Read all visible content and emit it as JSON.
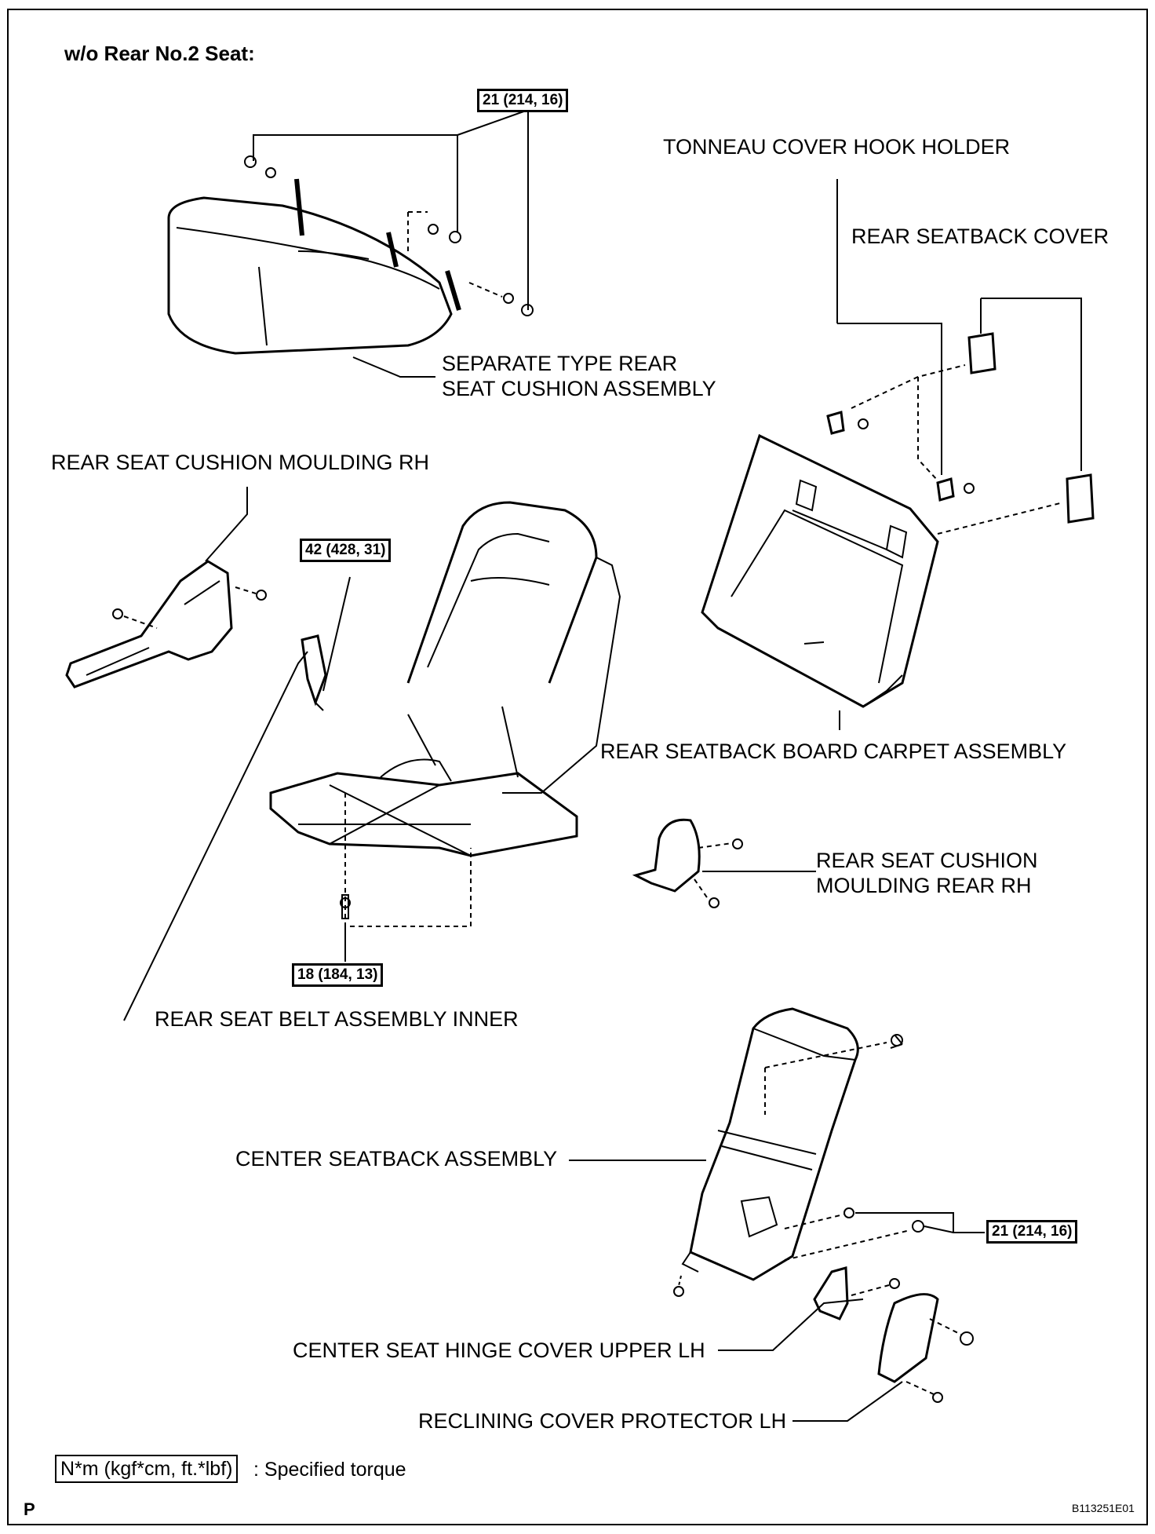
{
  "heading": "w/o Rear No.2 Seat:",
  "torques": {
    "cushion": "21 (214, 16)",
    "belt": "42 (428, 31)",
    "frame_bolt": "18 (184, 13)",
    "center_seatback": "21 (214, 16)"
  },
  "labels": {
    "tonneau_hook_holder": "TONNEAU COVER HOOK HOLDER",
    "rear_seatback_cover": "REAR SEATBACK COVER",
    "separate_cushion_line1": "SEPARATE TYPE REAR",
    "separate_cushion_line2": "SEAT CUSHION ASSEMBLY",
    "cushion_moulding_rh": "REAR SEAT CUSHION MOULDING RH",
    "seatback_board_carpet": "REAR SEATBACK BOARD CARPET ASSEMBLY",
    "moulding_rear_rh_line1": "REAR SEAT CUSHION",
    "moulding_rear_rh_line2": "MOULDING REAR RH",
    "seat_belt_inner": "REAR SEAT BELT ASSEMBLY INNER",
    "center_seatback": "CENTER SEATBACK ASSEMBLY",
    "hinge_cover_upper_lh": "CENTER SEAT HINGE COVER UPPER LH",
    "reclining_cover_protector_lh": "RECLINING COVER PROTECTOR LH"
  },
  "legend": {
    "unit_box": "N*m (kgf*cm, ft.*lbf)",
    "text": ": Specified torque"
  },
  "footer": {
    "page_mark": "P",
    "figure_code": "B113251E01"
  }
}
